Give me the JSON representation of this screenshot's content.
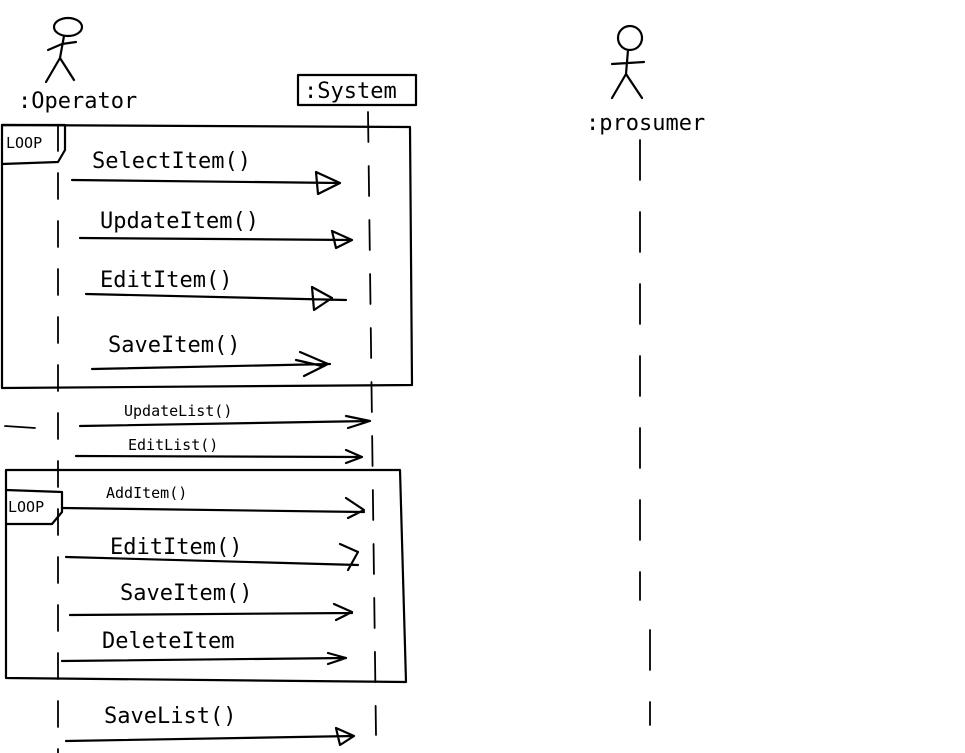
{
  "participants": {
    "operator": ":Operator",
    "system": ":System",
    "prosumer": ":prosumer"
  },
  "fragments": {
    "loop1": "LOOP",
    "loop2": "LOOP"
  },
  "messages": {
    "select_item": "SelectItem()",
    "update_item": "UpdateItem()",
    "edit_item": "EditItem()",
    "save_item": "SaveItem()",
    "update_list": "UpdateList()",
    "edit_list": "EditList()",
    "add_item": "AddItem()",
    "edit_item_2": "EditItem()",
    "save_item_2": "SaveItem()",
    "delete_item": "DeleteItem",
    "save_list": "SaveList()"
  }
}
